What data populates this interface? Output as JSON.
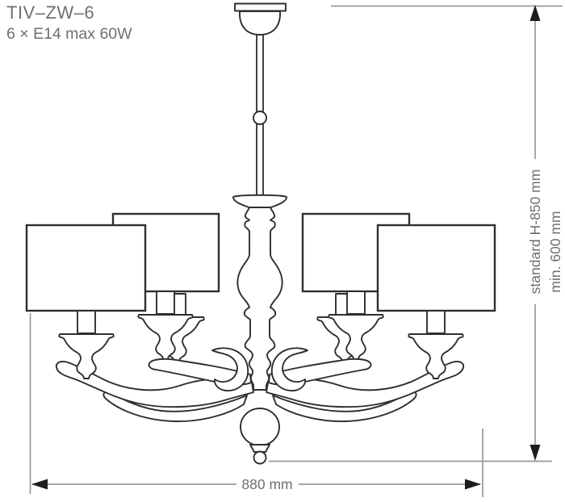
{
  "figure": {
    "type": "technical-dimension-diagram",
    "subject": "six-arm chandelier with rectangular shades, front elevation"
  },
  "header": {
    "product_code": "TIV–ZW–6",
    "lamp_spec": "6 × E14 max 60W"
  },
  "dimensions": {
    "height_standard": "standard H-850 mm",
    "height_min": "min. 600 mm",
    "width": "880 mm"
  },
  "colors": {
    "outline": "#2e2e2e",
    "dim_line": "#999999",
    "arrow": "#1d1d1d",
    "label_text": "#6f6f6f",
    "bg": "#ffffff"
  }
}
